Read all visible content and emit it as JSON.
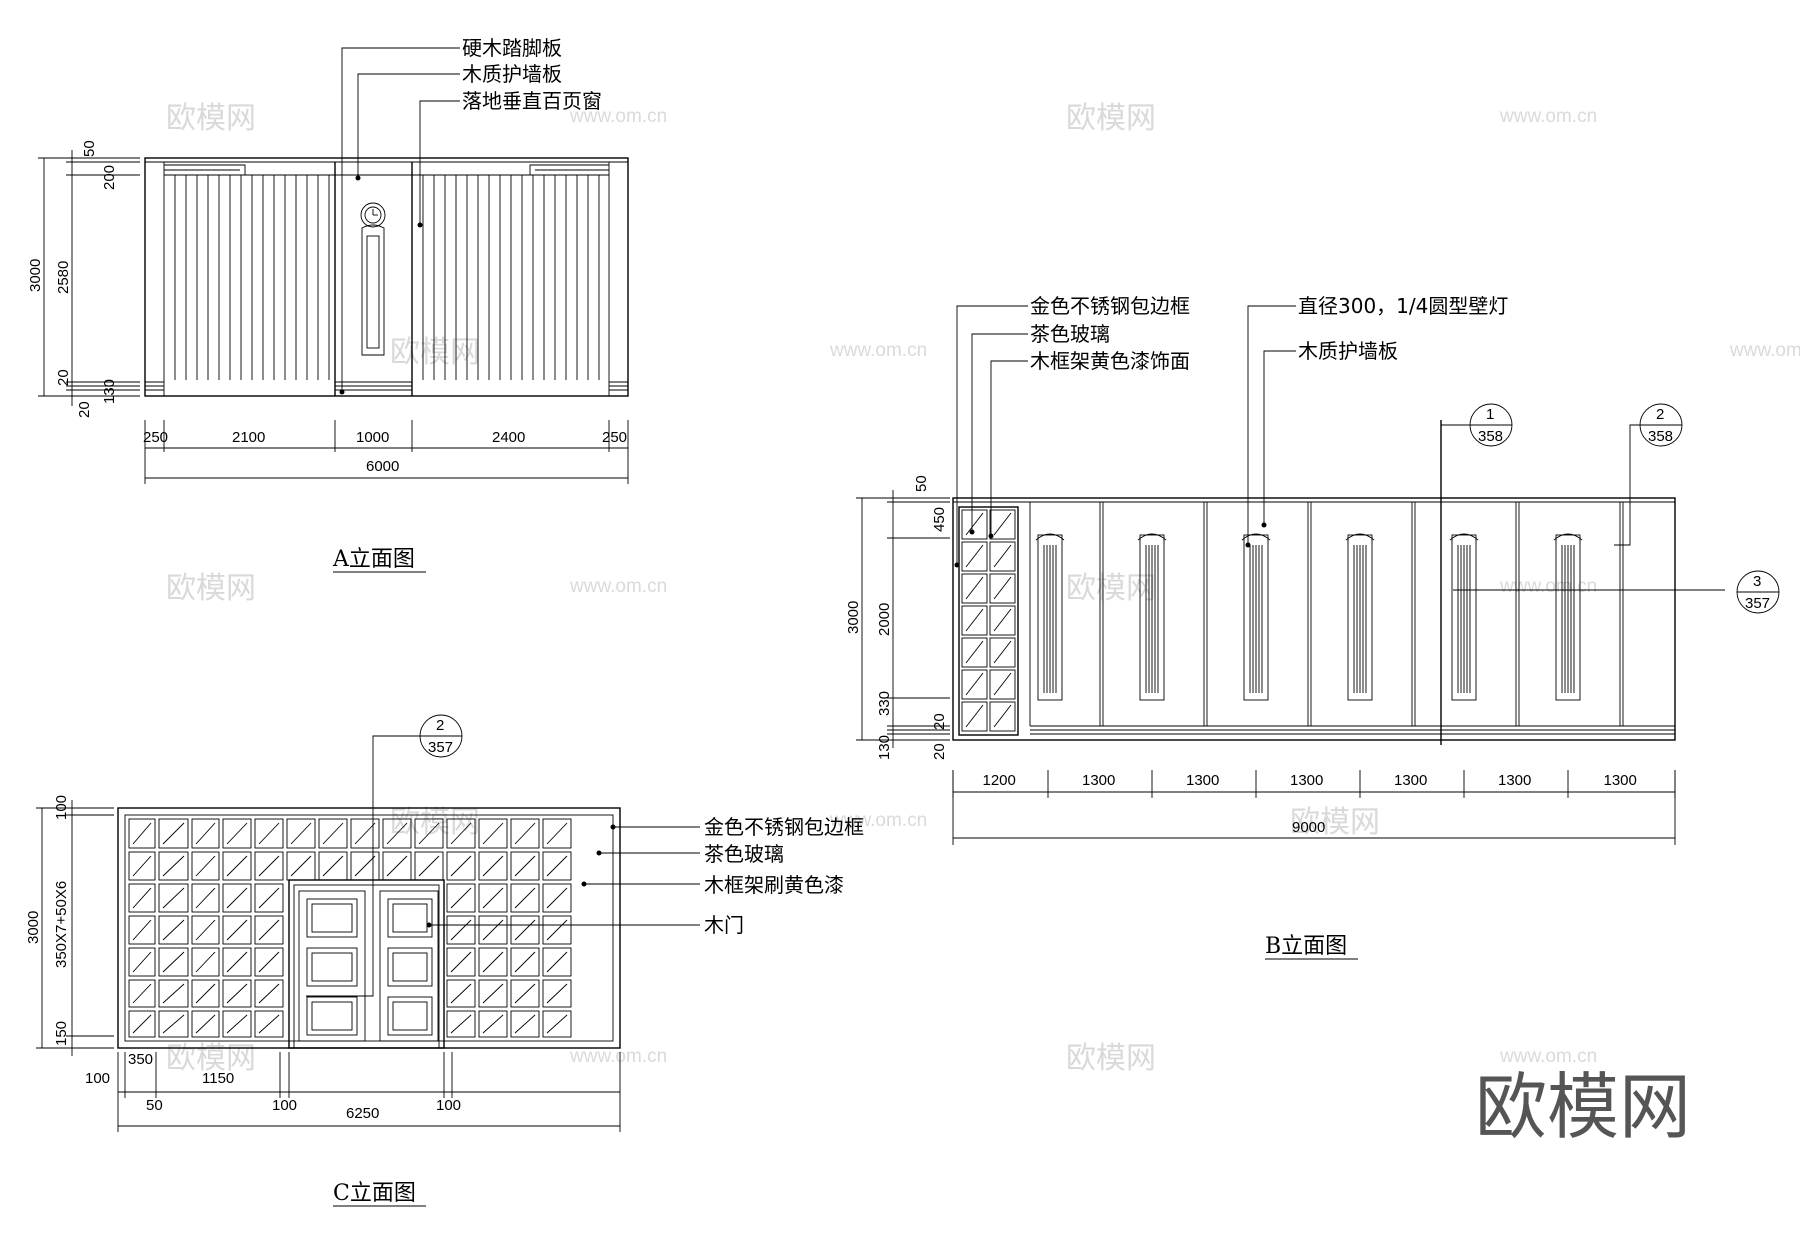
{
  "watermark": {
    "cn": "欧模网",
    "url": "www.om.cn"
  },
  "brand": "欧模网",
  "elevation_a": {
    "title": "A立面图",
    "callouts": [
      "硬木踏脚板",
      "木质护墙板",
      "落地垂直百页窗"
    ],
    "dims_bottom": [
      "250",
      "2100",
      "1000",
      "2400",
      "250"
    ],
    "dim_total": "6000",
    "dims_left_outer": "3000",
    "dims_left": [
      "50",
      "200",
      "2580",
      "20",
      "130",
      "20"
    ]
  },
  "elevation_b": {
    "title": "B立面图",
    "callouts_left": [
      "金色不锈钢包边框",
      "茶色玻璃",
      "木框架黄色漆饰面"
    ],
    "callouts_right": [
      "直径300，1/4圆型壁灯",
      "木质护墙板"
    ],
    "section_marks": [
      {
        "num": "1",
        "sheet": "358"
      },
      {
        "num": "2",
        "sheet": "358"
      },
      {
        "num": "3",
        "sheet": "357"
      }
    ],
    "dims_bottom": [
      "1200",
      "1300",
      "1300",
      "1300",
      "1300",
      "1300",
      "1300"
    ],
    "dim_total": "9000",
    "dims_left_outer": "3000",
    "dims_left": [
      "50",
      "450",
      "2000",
      "330",
      "20",
      "130",
      "20"
    ]
  },
  "elevation_c": {
    "title": "C立面图",
    "callouts": [
      "金色不锈钢包边框",
      "茶色玻璃",
      "木框架刷黄色漆",
      "木门"
    ],
    "section_mark": {
      "num": "2",
      "sheet": "357"
    },
    "dims_bottom_top": [
      "100",
      "350",
      "1150",
      "100",
      "100"
    ],
    "dims_bottom": [
      "50",
      "100"
    ],
    "dim_total": "6250",
    "dims_left_outer": "3000",
    "dims_left": [
      "100",
      "350X7+50X6",
      "150"
    ]
  }
}
